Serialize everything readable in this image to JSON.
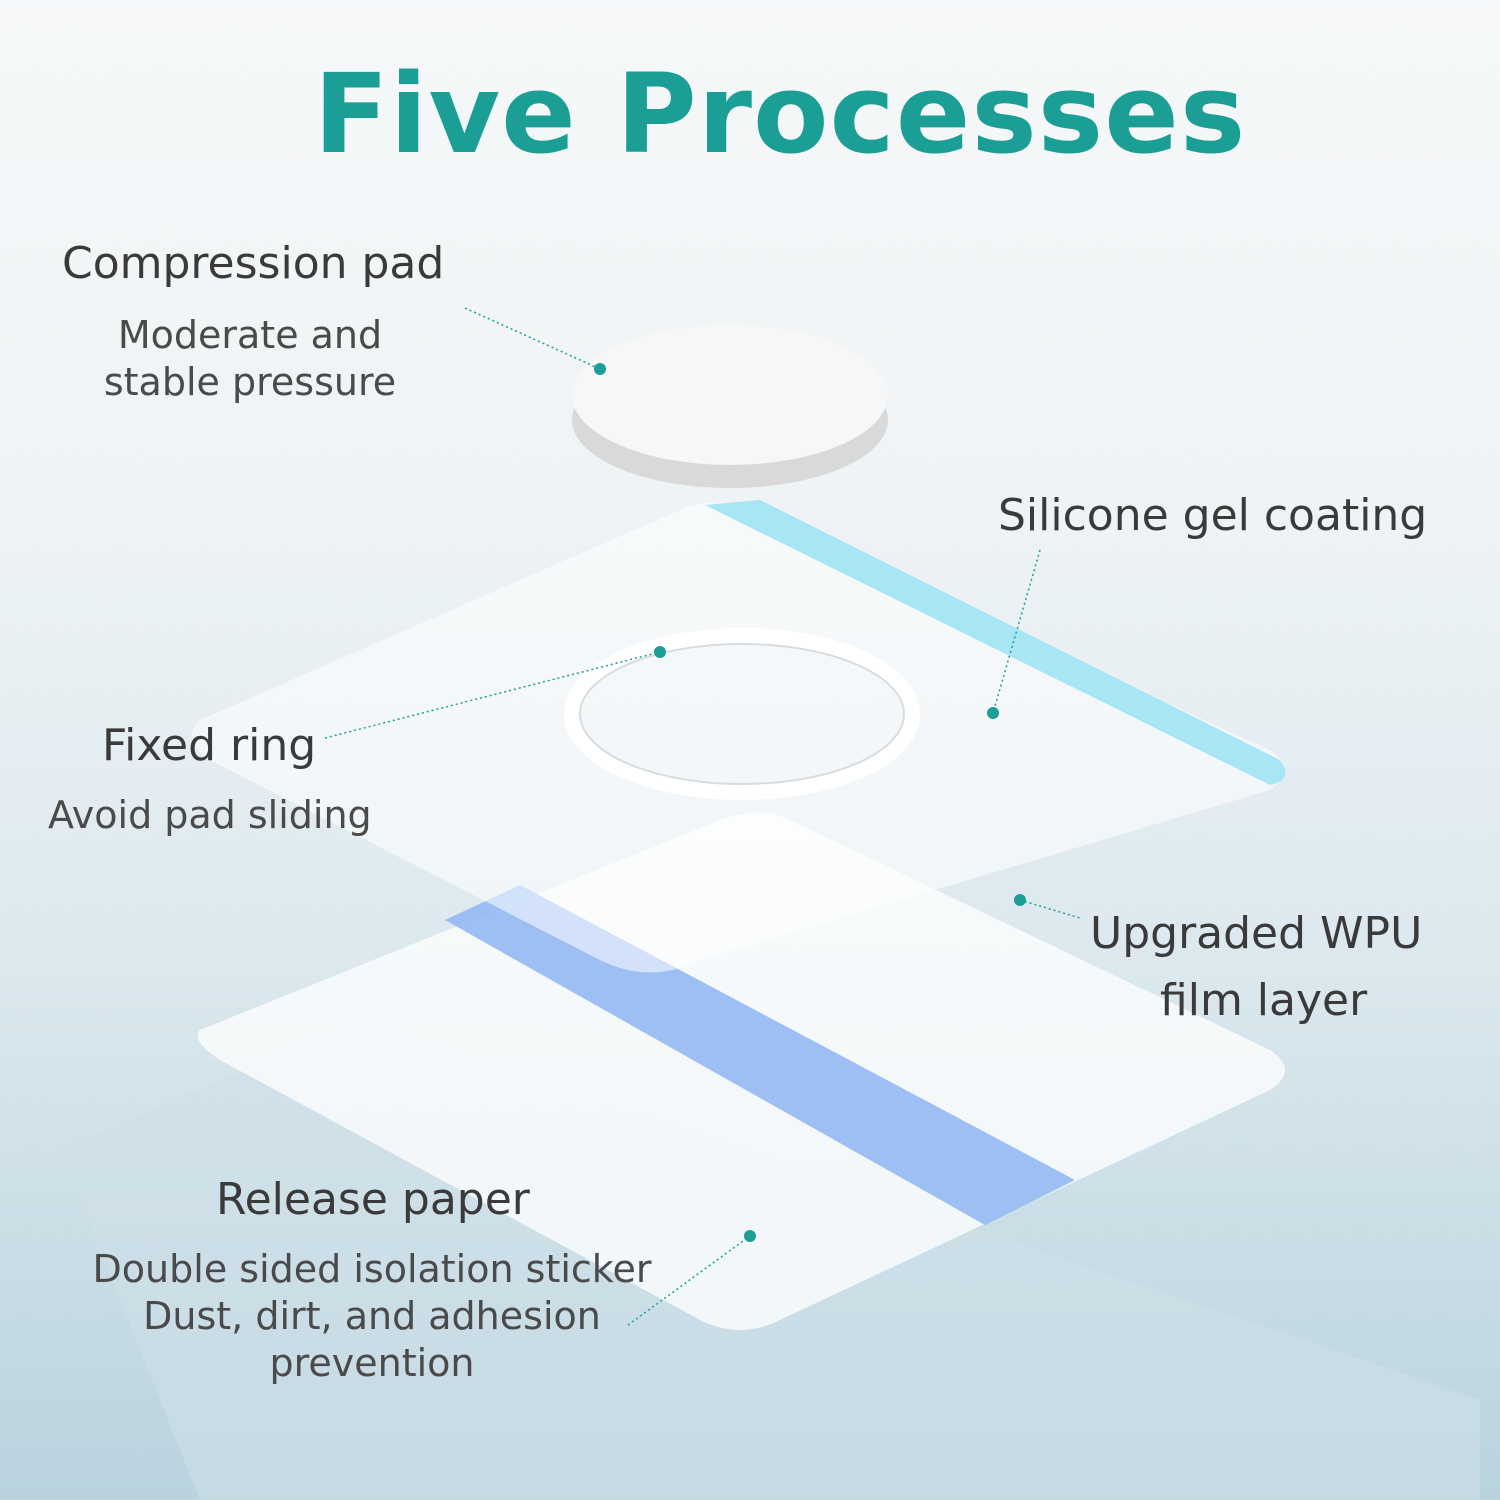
{
  "title": "Five Processes",
  "layers": [
    {
      "name": "Compression pad",
      "desc": [
        "Moderate and",
        "stable pressure"
      ]
    },
    {
      "name": "Silicone gel coating",
      "desc": []
    },
    {
      "name": "Fixed ring",
      "desc": [
        "Avoid pad sliding"
      ]
    },
    {
      "name": "Upgraded WPU",
      "name2": "film layer",
      "desc": []
    },
    {
      "name": "Release paper",
      "desc": [
        "Double sided isolation sticker",
        "Dust, dirt, and adhesion",
        "prevention"
      ]
    }
  ],
  "colors": {
    "accent": "#1a9e96",
    "leader": "#1a9e96",
    "gel": "#a8e6f5",
    "paper_strip": "#93b8f3"
  }
}
